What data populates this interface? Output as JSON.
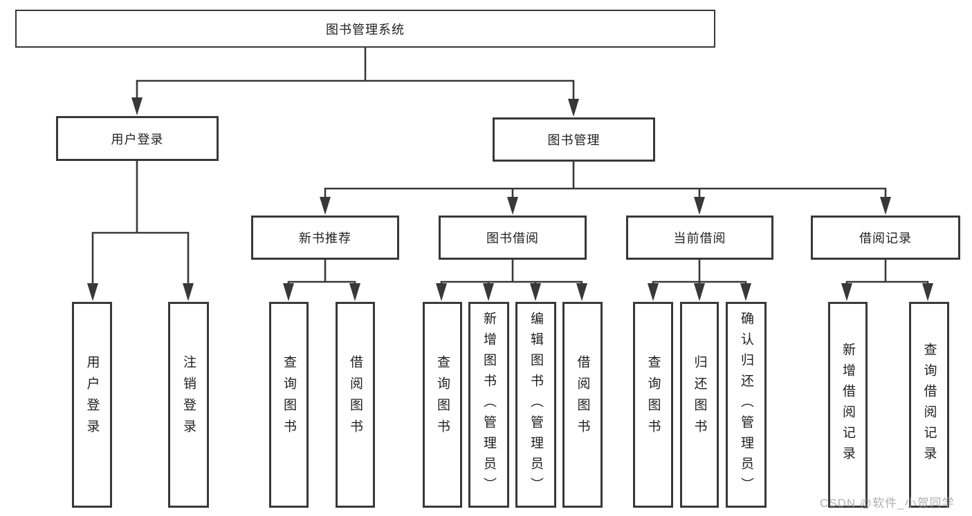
{
  "diagram": {
    "title": "图书管理系统",
    "watermark": "CSDN @软件_小贺同学",
    "colors": {
      "line": "#383838",
      "text": "#1f1f1f",
      "background": "#ffffff",
      "watermark": "#b5b5b5"
    },
    "tree": {
      "label": "图书管理系统",
      "children": [
        {
          "label": "用户登录",
          "children": [
            {
              "label": "用户登录"
            },
            {
              "label": "注销登录"
            }
          ]
        },
        {
          "label": "图书管理",
          "children": [
            {
              "label": "新书推荐",
              "children": [
                {
                  "label": "查询图书"
                },
                {
                  "label": "借阅图书"
                }
              ]
            },
            {
              "label": "图书借阅",
              "children": [
                {
                  "label": "查询图书"
                },
                {
                  "label": "新增图书（管理员）"
                },
                {
                  "label": "编辑图书（管理员）"
                },
                {
                  "label": "借阅图书"
                }
              ]
            },
            {
              "label": "当前借阅",
              "children": [
                {
                  "label": "查询图书"
                },
                {
                  "label": "归还图书"
                },
                {
                  "label": "确认归还（管理员）"
                }
              ]
            },
            {
              "label": "借阅记录",
              "children": [
                {
                  "label": "新增借阅记录"
                },
                {
                  "label": "查询借阅记录"
                }
              ]
            }
          ]
        }
      ]
    }
  }
}
